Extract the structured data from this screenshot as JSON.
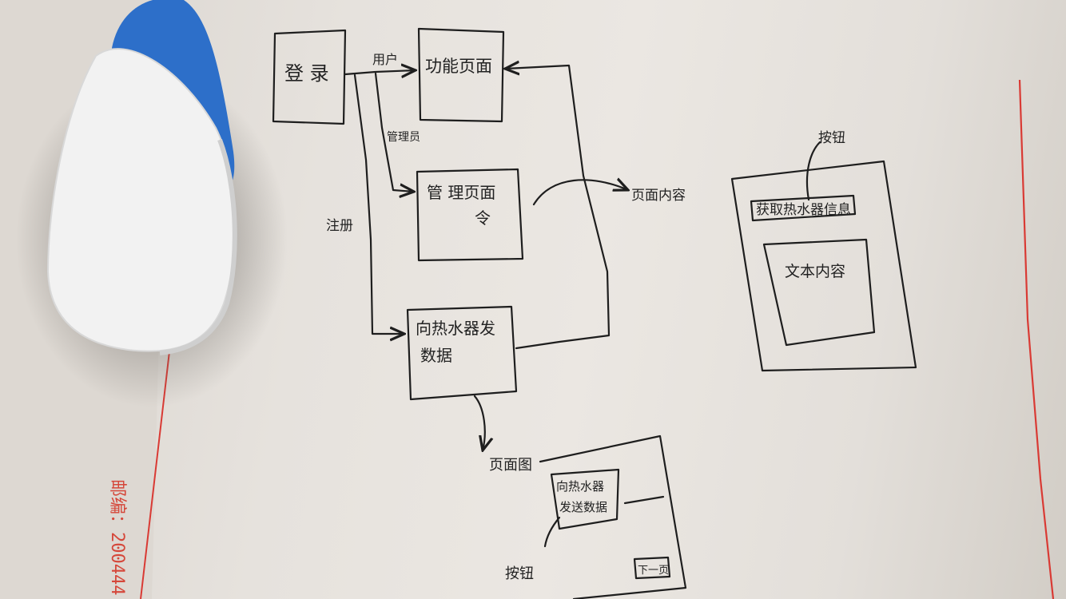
{
  "nodes": {
    "login": "登 录",
    "function_page": "功能页面",
    "admin_page_line1": "管 理页面",
    "admin_page_line2": "令",
    "send_data_line1": "向热水器发",
    "send_data_line2": "数据"
  },
  "edges": {
    "user": "用户",
    "admin": "管理员",
    "register": "注册",
    "page_content": "页面内容",
    "page_diagram": "页面图"
  },
  "mockups": {
    "right": {
      "button_label": "按钮",
      "header_text": "获取热水器信息",
      "content_text": "文本内容"
    },
    "bottom": {
      "inner_line1": "向热水器",
      "inner_line2": "发送数据",
      "button_label": "按钮",
      "next_page": "下一页"
    }
  },
  "paper": {
    "postal_code": "邮编：200444"
  },
  "colors": {
    "paper": "#e8e4df",
    "ink": "#1e1e1e",
    "margin_line": "#d93a34",
    "stapler_blue": "#2d6fc9",
    "stapler_white": "#f2f2f2"
  }
}
